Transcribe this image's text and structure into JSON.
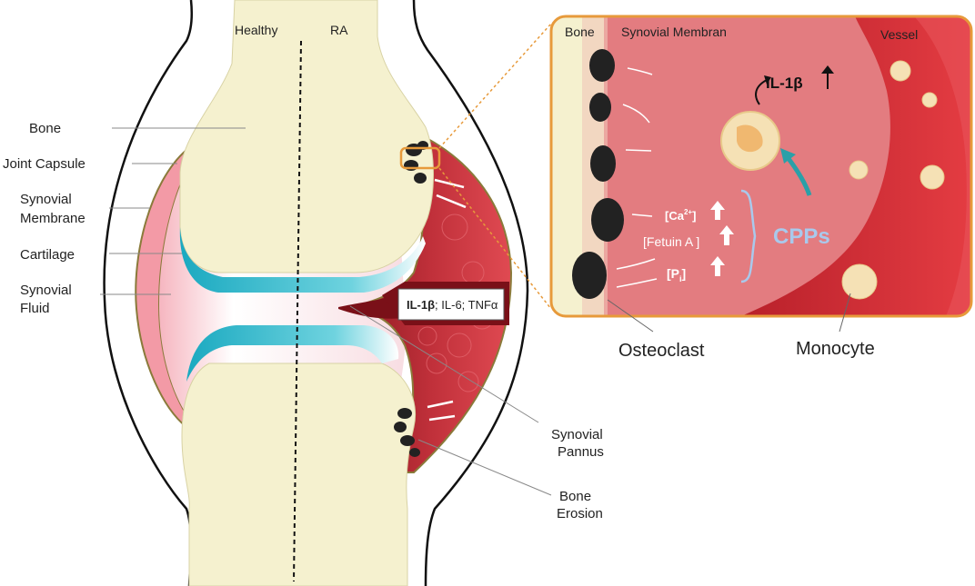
{
  "header": {
    "healthy": "Healthy",
    "ra": "RA"
  },
  "left_labels": {
    "bone": "Bone",
    "joint_capsule": "Joint Capsule",
    "synovial_membrane_1": "Synovial",
    "synovial_membrane_2": "Membrane",
    "cartilage": "Cartilage",
    "synovial_fluid_1": "Synovial",
    "synovial_fluid_2": "Fluid"
  },
  "right_labels": {
    "pannus_1": "Synovial",
    "pannus_2": "Pannus",
    "erosion_1": "Bone",
    "erosion_2": "Erosion"
  },
  "cytokine_box": {
    "il1b": "IL-1β",
    "rest": "; IL-6; TNFα"
  },
  "inset": {
    "bone": "Bone",
    "synovial_membrane": "Synovial Membran",
    "vessel": "Vessel",
    "il1b": "IL-1β",
    "ca": "[Ca",
    "ca_sup": "2+",
    "ca_end": "]",
    "fetuin": "[Fetuin A ]",
    "pi": "[P",
    "pi_sub": "i",
    "pi_end": "]",
    "cpps": "CPPs"
  },
  "bottom_labels": {
    "osteoclast": "Osteoclast",
    "monocyte": "Monocyte"
  },
  "colors": {
    "bone": "#f5f1cf",
    "cartilage": "#1fb5c9",
    "membrane": "#e8808a",
    "pannus": "#c8303a",
    "inset_border": "#e79a3b",
    "cpps": "#a9c9ec"
  }
}
